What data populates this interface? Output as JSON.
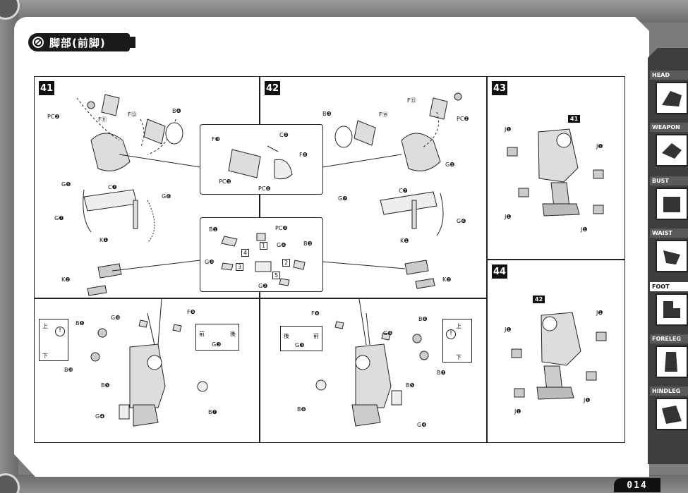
{
  "header": {
    "title": "脚部(前脚)"
  },
  "page_number": "014",
  "steps": [
    {
      "number": "41",
      "labels": [
        "PC❷",
        "F⑪",
        "F⑬",
        "B❹",
        "G❺",
        "C❼",
        "G❻",
        "G❼",
        "K❶",
        "K❷"
      ],
      "detail_top": [
        "F❸",
        "C❷",
        "F❺",
        "PC❸",
        "PC❻"
      ],
      "detail_bottom": [
        "B❶",
        "PC❷",
        "G❹",
        "B❸",
        "G❸",
        "G❷"
      ],
      "detail_bottom_steps": [
        "4",
        "1",
        "3",
        "2",
        "5"
      ]
    },
    {
      "number": "42",
      "labels": [
        "F⑬",
        "PC❷",
        "B❸",
        "F⑭",
        "G❺",
        "G❼",
        "C❼",
        "G❻",
        "K❶",
        "K❷"
      ]
    },
    {
      "number": "43",
      "labels": [
        "J❶",
        "41",
        "J❶",
        "J❶",
        "J❶"
      ]
    },
    {
      "number": "44",
      "labels": [
        "42",
        "J❶",
        "J❶",
        "J❶",
        "J❶"
      ]
    }
  ],
  "sub_steps": {
    "left": {
      "labels": [
        "B❺",
        "G❾",
        "F❾",
        "B❿",
        "B❺",
        "G❹",
        "B❼"
      ],
      "orientation_top": "上",
      "orientation_bottom": "下",
      "direction_front": "前",
      "direction_back": "後",
      "gate": "G❸"
    },
    "right": {
      "labels": [
        "F❾",
        "G❾",
        "B❻",
        "B❼",
        "B❽",
        "B❺",
        "G❹"
      ],
      "orientation_top": "上",
      "orientation_bottom": "下",
      "direction_back": "後",
      "direction_front": "前",
      "gate": "G❸"
    }
  },
  "sidebar": {
    "tabs": [
      {
        "label": "HEAD",
        "active": false
      },
      {
        "label": "WEAPON",
        "active": false
      },
      {
        "label": "BUST",
        "active": false
      },
      {
        "label": "WAIST",
        "active": false
      },
      {
        "label": "FOOT",
        "active": true
      },
      {
        "label": "FORELEG",
        "active": false
      },
      {
        "label": "HINDLEG",
        "active": false
      }
    ]
  },
  "colors": {
    "frame": "#7c7c7c",
    "ink": "#111111",
    "page": "#ffffff"
  }
}
